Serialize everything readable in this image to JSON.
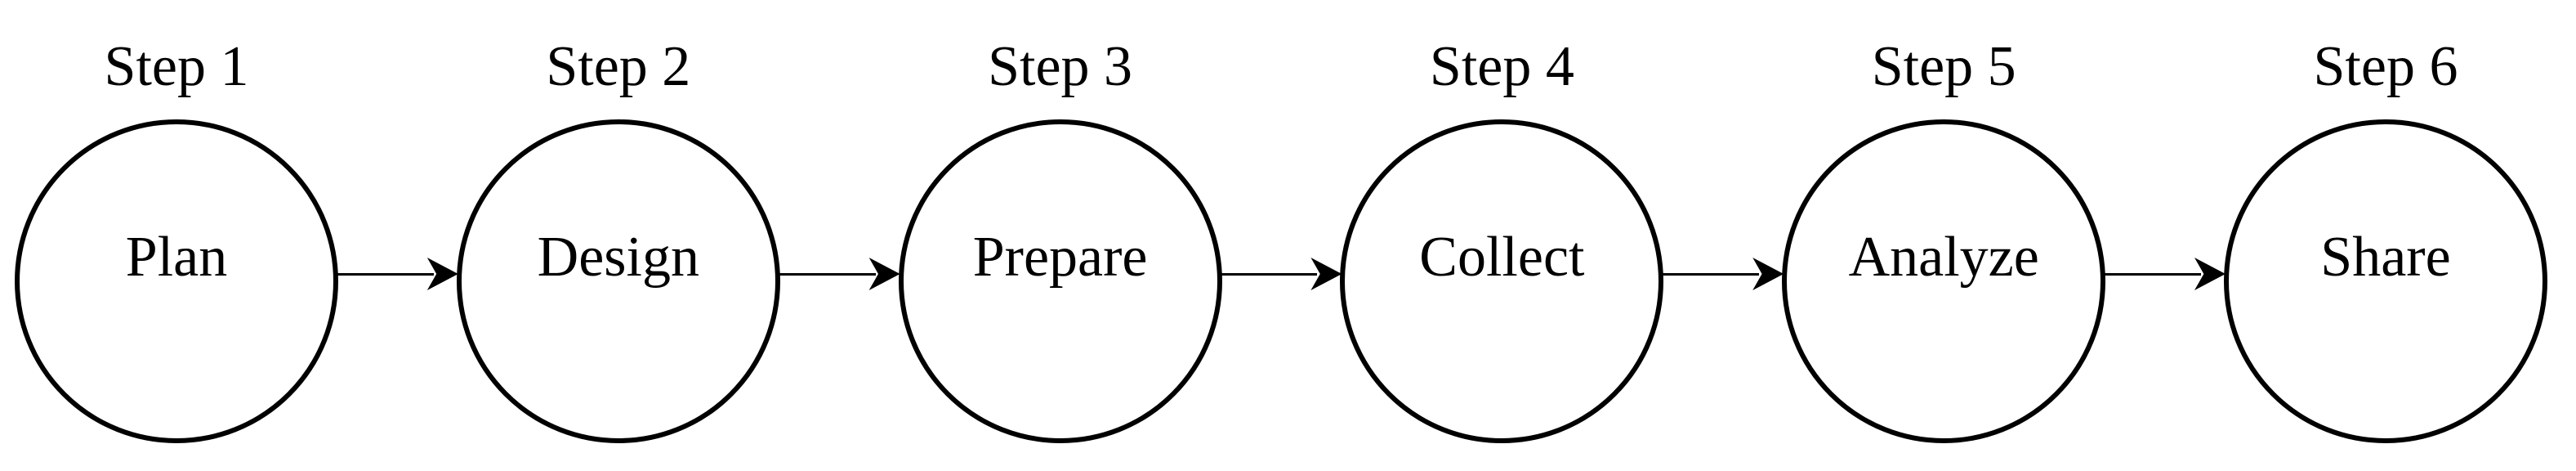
{
  "diagram": {
    "type": "flowchart",
    "orientation": "horizontal",
    "node_shape": "circle",
    "connector": "arrow-right",
    "colors": {
      "stroke": "#000000",
      "fill": "#ffffff",
      "text": "#000000"
    },
    "steps": [
      {
        "label": "Step 1",
        "text": "Plan"
      },
      {
        "label": "Step 2",
        "text": "Design"
      },
      {
        "label": "Step 3",
        "text": "Prepare"
      },
      {
        "label": "Step 4",
        "text": "Collect"
      },
      {
        "label": "Step 5",
        "text": "Analyze"
      },
      {
        "label": "Step 6",
        "text": "Share"
      }
    ]
  }
}
